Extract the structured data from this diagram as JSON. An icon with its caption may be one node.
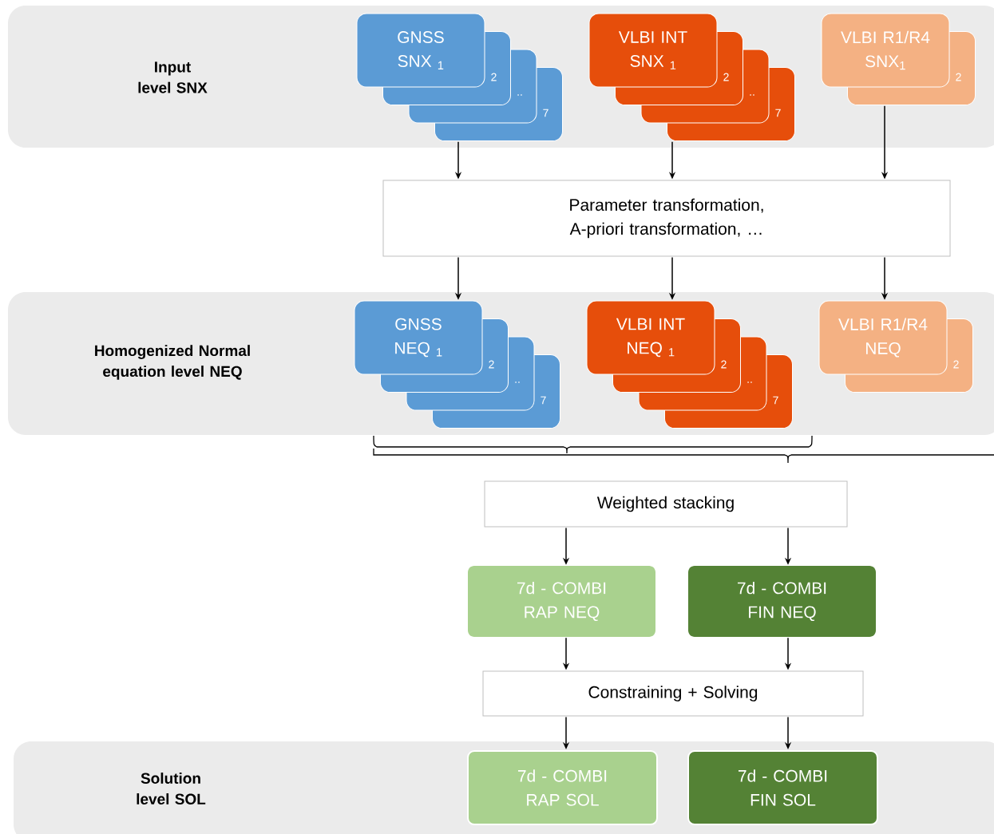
{
  "diagram": {
    "nodes": [
      {
        "text": [
          "Input level SNX"
        ]
      },
      {
        "text": [
          "GNSS SNX $_{1}$",
          "2",
          "..",
          "7"
        ],
        "in": 0
      },
      {
        "text": [
          "VLBI INT SNX $_{1}$",
          "2",
          "..",
          "7"
        ],
        "in": 0
      },
      {
        "text": [
          "VLBI R1/R4 SNX$_{1}$",
          "2"
        ],
        "in": 0
      },
      {
        "text": [
          "Parameter transformation, A-priori transformation, …"
        ]
      },
      {
        "text": [
          "Homogenized Normal equation level NEQ"
        ]
      },
      {
        "text": [
          "GNSS NEQ $_{1}$",
          "2",
          "..",
          "7"
        ],
        "in": 5
      },
      {
        "text": [
          "VLBI INT NEQ $_{1}$",
          "2",
          "..",
          "7"
        ],
        "in": 5
      },
      {
        "text": [
          "VLBI R1/R4 NEQ",
          "2"
        ],
        "in": 5
      },
      {
        "text": [
          "Weighted stacking"
        ]
      },
      {
        "text": [
          "7d - COMBI RAP NEQ"
        ]
      },
      {
        "text": [
          "7d - COMBI FIN NEQ"
        ]
      },
      {
        "text": [
          "Constraining + Solving"
        ]
      },
      {
        "text": [
          "Solution level SOL"
        ]
      },
      {
        "text": [
          "7d - COMBI RAP SOL"
        ],
        "in": 13
      },
      {
        "text": [
          "7d - COMBI FIN SOL"
        ],
        "in": 13
      }
    ],
    "edges": [
      {
        "from": 1,
        "to": 4,
        "arrow": "to"
      },
      {
        "from": 2,
        "to": 4,
        "arrow": "to"
      },
      {
        "from": 3,
        "to": 4,
        "arrow": "to"
      },
      {
        "from": 4,
        "to": 6,
        "arrow": "to"
      },
      {
        "from": 4,
        "to": 7,
        "arrow": "to"
      },
      {
        "from": 4,
        "to": 8,
        "arrow": "to"
      },
      {
        "from": 9,
        "to": 10,
        "arrow": "to"
      },
      {
        "from": 9,
        "to": 11,
        "arrow": "to"
      },
      {
        "from": 10,
        "to": 12,
        "arrow": "to"
      },
      {
        "from": 11,
        "to": 12,
        "arrow": "to"
      },
      {
        "from": 12,
        "to": 14,
        "arrow": "to"
      },
      {
        "from": 12,
        "to": 15,
        "arrow": "to"
      }
    ]
  }
}
